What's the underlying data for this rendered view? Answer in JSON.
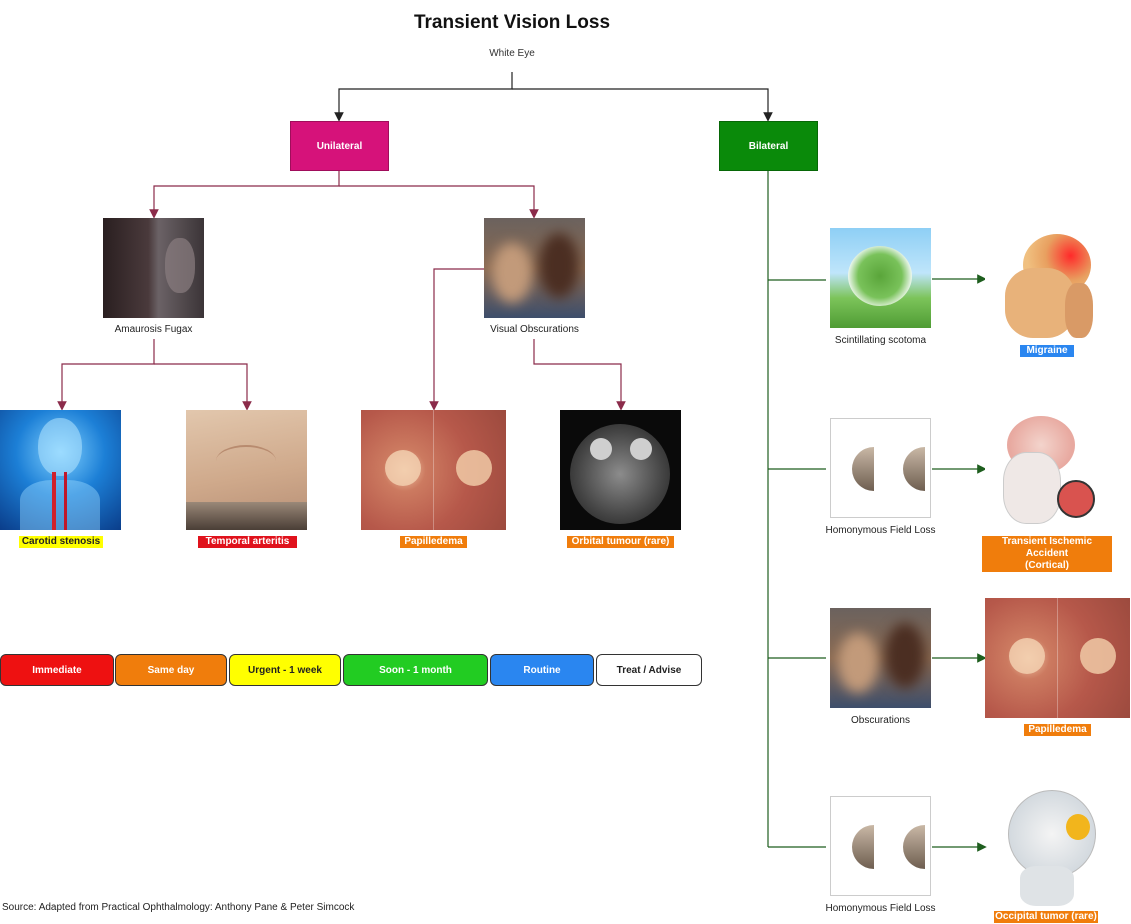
{
  "title": "Transient Vision Loss",
  "subtitle": "White Eye",
  "colors": {
    "unilateral": "#d6127a",
    "bilateral": "#0a8a0a",
    "line_uni": "#8b2b4a",
    "line_bi": "#1e5e1e",
    "line_root": "#222222",
    "immediate": "#ee1111",
    "same_day": "#f07d0c",
    "urgent": "#ffff00",
    "soon": "#22cc22",
    "routine": "#2a86f0",
    "treat": "#ffffff"
  },
  "nodes": {
    "unilateral": "Unilateral",
    "bilateral": "Bilateral"
  },
  "captions": {
    "amaurosis": "Amaurosis Fugax",
    "visual_obscurations": "Visual Obscurations",
    "scintillating": "Scintillating scotoma",
    "homonymous_1": "Homonymous Field Loss",
    "obscurations": "Obscurations",
    "homonymous_2": "Homonymous Field Loss"
  },
  "tags": {
    "carotid": "Carotid stenosis",
    "temporal": "Temporal arteritis",
    "papilledema_1": "Papilledema",
    "orbital": "Orbital tumour (rare)",
    "migraine": "Migraine",
    "tia_line1": "Transient Ischemic Accident",
    "tia_line2": "(Cortical)",
    "papilledema_2": "Papilledema",
    "occipital": "Occipital tumor (rare)"
  },
  "legend": [
    "Immediate",
    "Same day",
    "Urgent - 1 week",
    "Soon - 1 month",
    "Routine",
    "Treat / Advise"
  ],
  "source": "Source: Adapted from Practical Ophthalmology: Anthony Pane & Peter Simcock"
}
